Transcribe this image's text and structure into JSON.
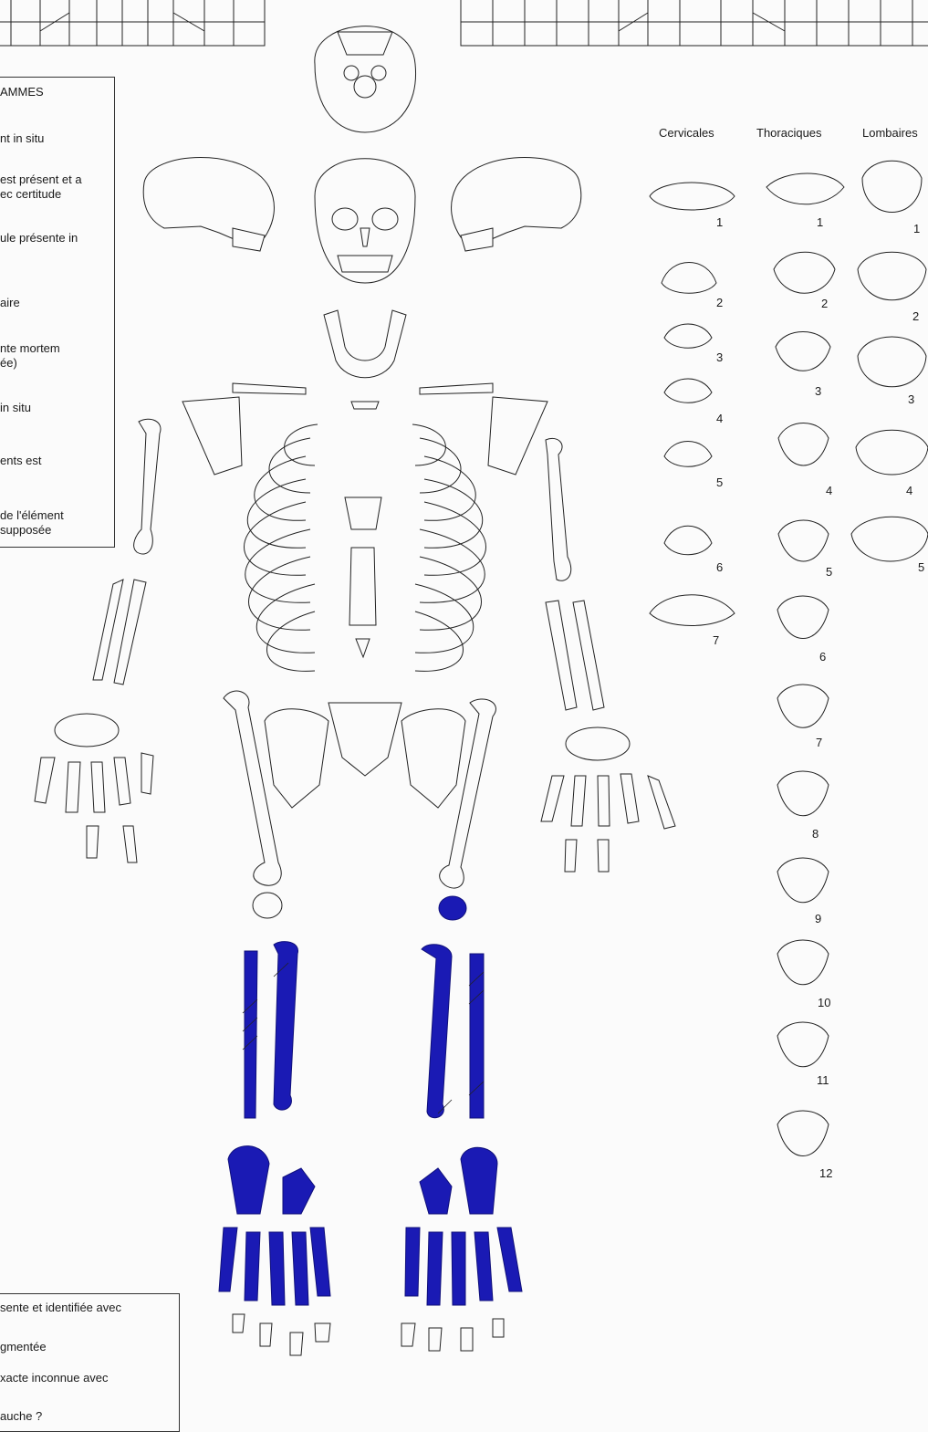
{
  "legend_top": {
    "title": "AMMES",
    "items": [
      "nt in situ",
      "est présent et a",
      "ec certitude",
      "ule présente in",
      "aire",
      "nte mortem",
      "ée)",
      "in situ",
      "ents est",
      "de l'élément",
      "supposée"
    ]
  },
  "legend_bottom": {
    "items": [
      "sente et identifiée avec",
      "gmentée",
      "xacte inconnue avec",
      "auche ?"
    ]
  },
  "vertebrae": {
    "headers": [
      "Cervicales",
      "Thoraciques",
      "Lombaires"
    ],
    "cervical_numbers": [
      "1",
      "2",
      "3",
      "4",
      "5",
      "6",
      "7"
    ],
    "thoracic_numbers": [
      "1",
      "2",
      "3",
      "4",
      "5",
      "6",
      "7",
      "8",
      "9",
      "10",
      "11",
      "12"
    ],
    "lumbar_numbers": [
      "1",
      "2",
      "3",
      "4",
      "5"
    ]
  },
  "colors": {
    "present": "#1a1ab4",
    "outline": "#222222",
    "background": "#fbfbfb"
  }
}
